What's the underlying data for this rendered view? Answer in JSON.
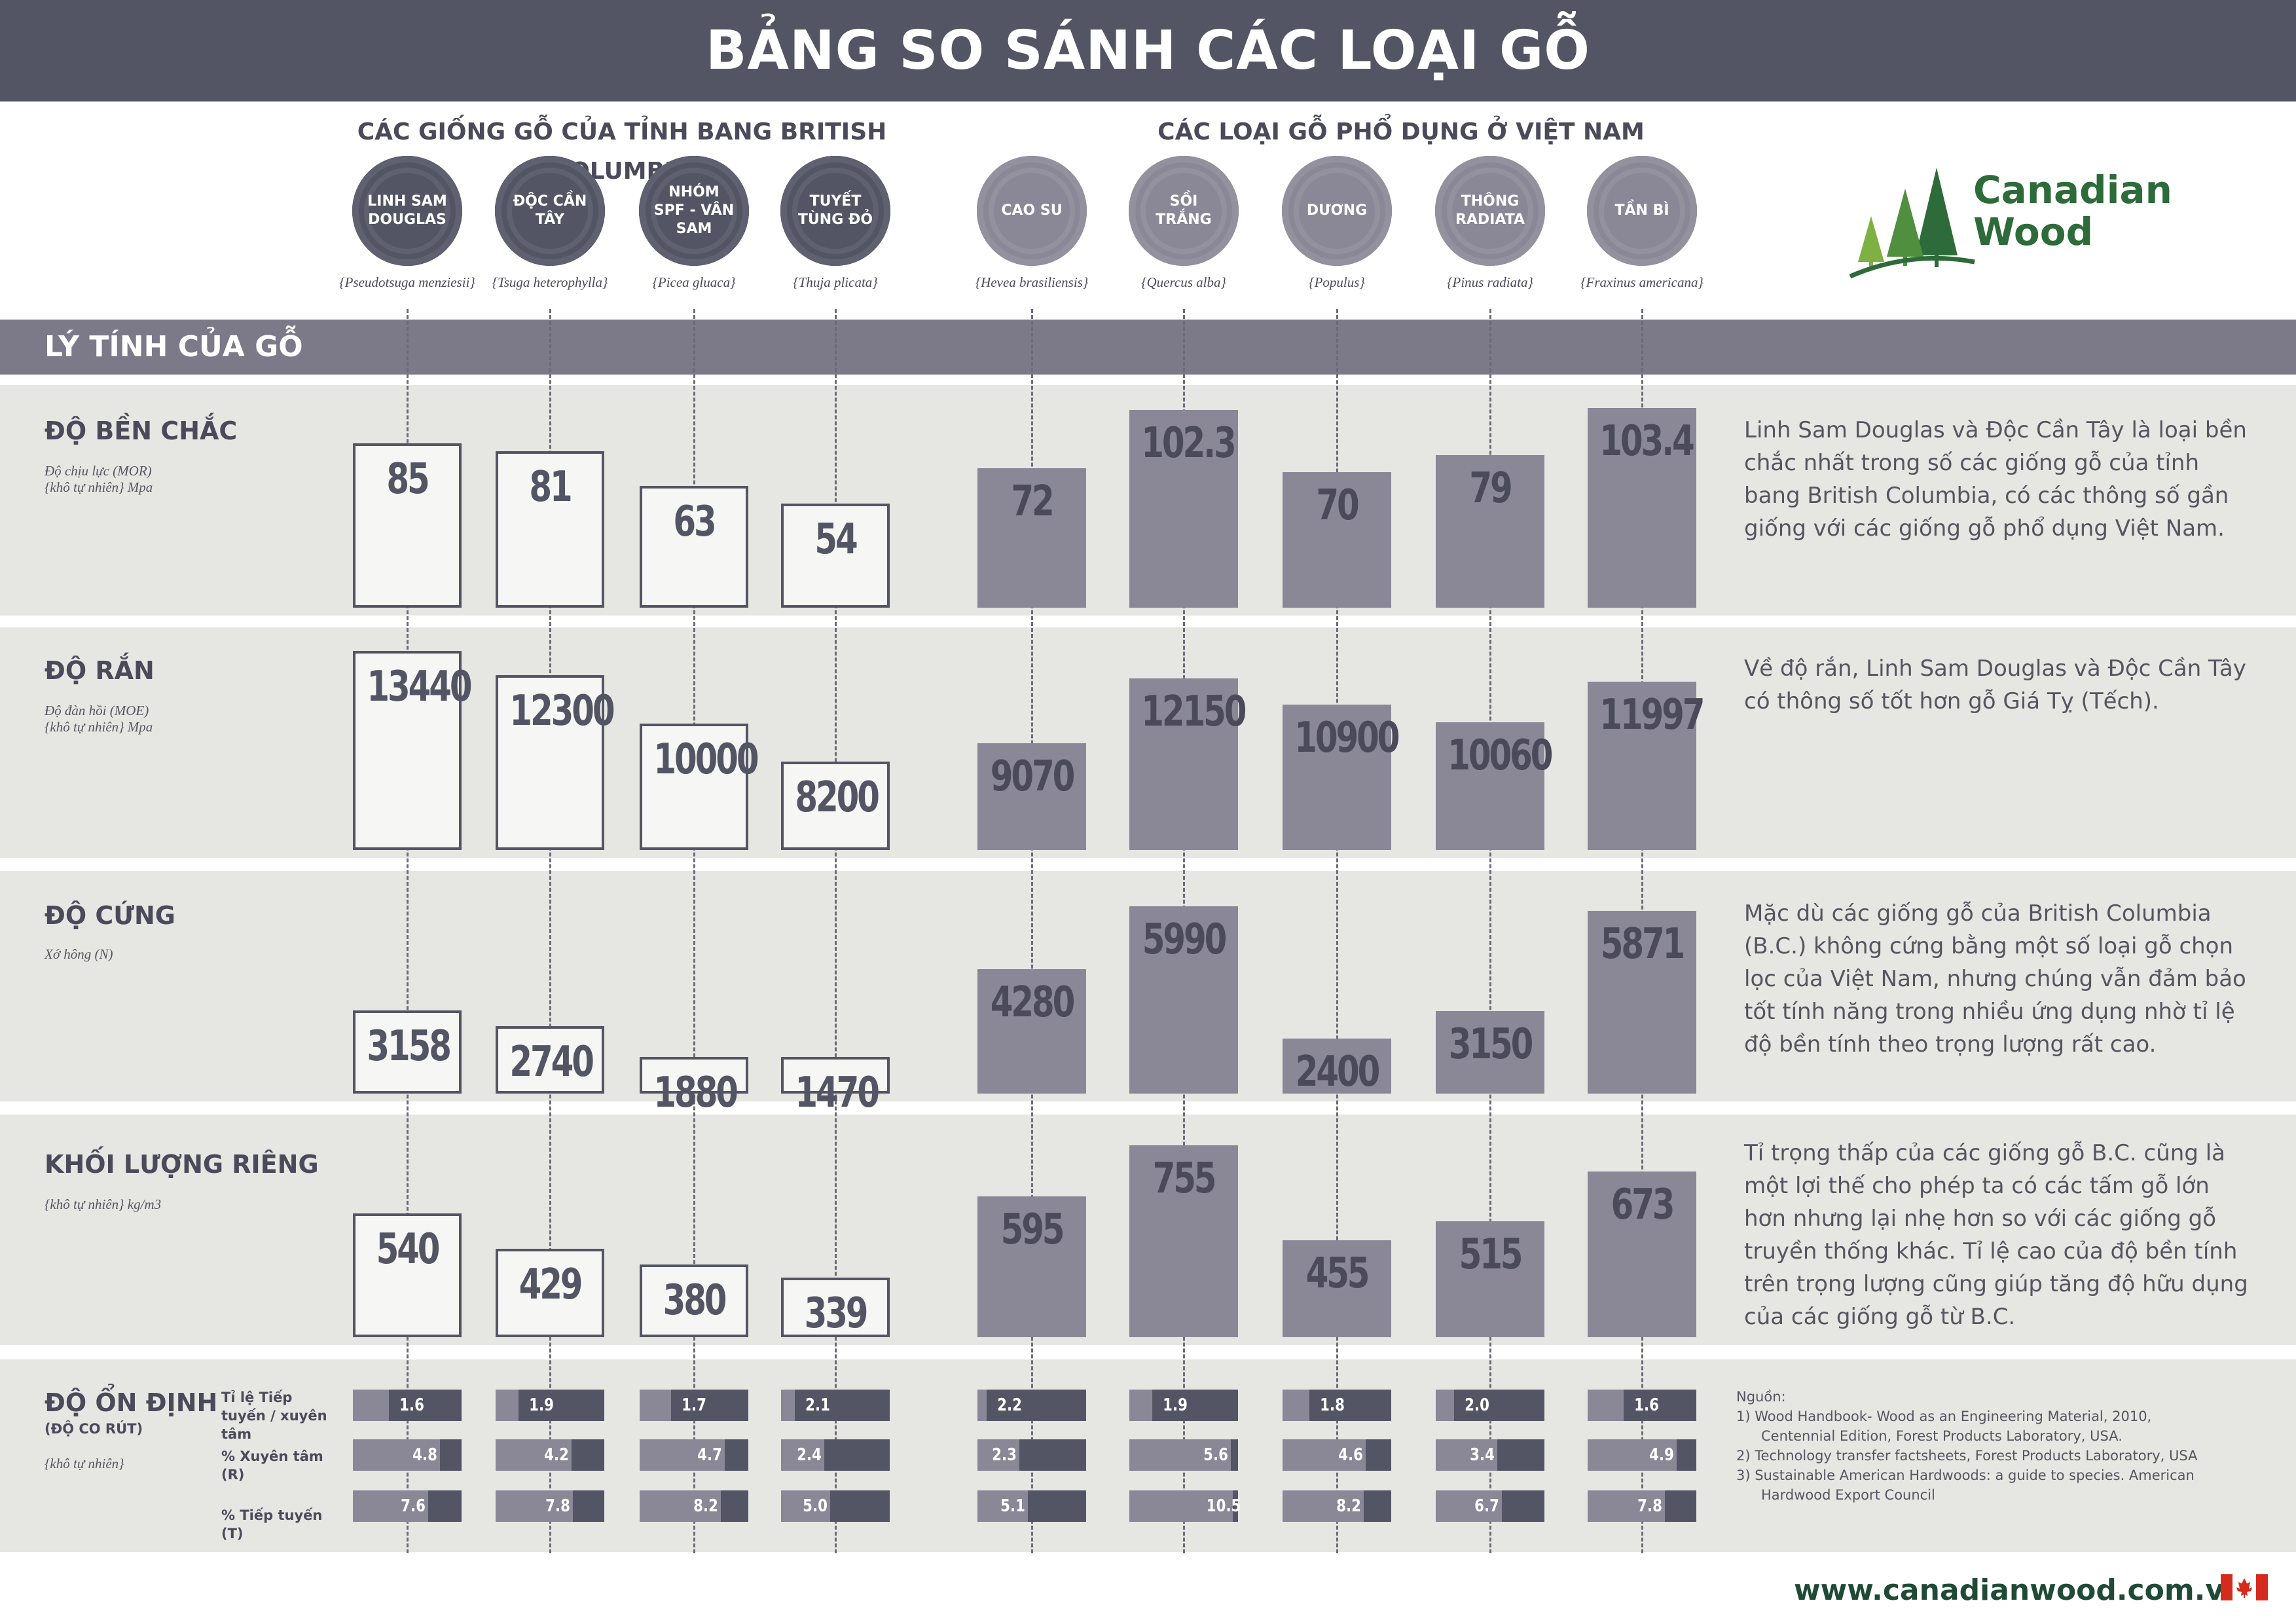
{
  "header": {
    "title": "BẢNG SO SÁNH CÁC LOẠI GỖ"
  },
  "groups": {
    "bc": "CÁC GIỐNG GỖ CỦA TỈNH BANG BRITISH COLUMBIA",
    "vn": "CÁC LOẠI GỖ PHỔ DỤNG Ở VIỆT NAM"
  },
  "section_title": "LÝ TÍNH CỦA GỖ",
  "logo": {
    "line1": "Canadian",
    "line2": "Wood",
    "icon": "pine-trees-icon"
  },
  "woods": [
    {
      "name": "LINH SAM DOUGLAS",
      "latin": "{Pseudotsuga menziesii}",
      "group": "bc"
    },
    {
      "name": "ĐỘC CẦN TÂY",
      "latin": "{Tsuga heterophylla}",
      "group": "bc"
    },
    {
      "name": "NHÓM SPF - VÂN SAM",
      "latin": "{Picea gluaca}",
      "group": "bc"
    },
    {
      "name": "TUYẾT TÙNG ĐỎ",
      "latin": "{Thuja plicata}",
      "group": "bc"
    },
    {
      "name": "CAO SU",
      "latin": "{Hevea brasiliensis}",
      "group": "vn"
    },
    {
      "name": "SỒI TRẮNG",
      "latin": "{Quercus alba}",
      "group": "vn"
    },
    {
      "name": "DƯƠNG",
      "latin": "{Populus}",
      "group": "vn"
    },
    {
      "name": "THÔNG RADIATA",
      "latin": "{Pinus radiata}",
      "group": "vn"
    },
    {
      "name": "TẦN BÌ",
      "latin": "{Fraxinus americana}",
      "group": "vn"
    }
  ],
  "properties": [
    {
      "title": "ĐỘ BỀN CHẮC",
      "sub1": "Độ chịu lực (MOR)",
      "sub2": "{khô tự nhiên} Mpa",
      "note": "Linh Sam Douglas và Độc Cần Tây là loại bền chắc nhất trong số các giống gỗ của tỉnh bang British Columbia, có  các thông số gần giống với các giống gỗ phổ dụng Việt Nam."
    },
    {
      "title": "ĐỘ RẮN",
      "sub1": "Độ đàn hồi (MOE)",
      "sub2": "{khô tự nhiên} Mpa",
      "note": "Về độ rắn, Linh Sam Douglas và Độc Cần Tây có thông số tốt hơn gỗ Giá Tỵ (Tếch)."
    },
    {
      "title": "ĐỘ CỨNG",
      "sub1": "Xớ hông (N)",
      "sub2": "",
      "note": "Mặc dù các giống gỗ của British Columbia (B.C.) không cứng bằng một số loại gỗ chọn lọc của Việt Nam, nhưng chúng vẫn đảm bảo tốt tính năng trong nhiều ứng dụng nhờ tỉ lệ độ bền tính theo trọng lượng rất cao."
    },
    {
      "title": "KHỐI LƯỢNG RIÊNG",
      "sub1": "{khô tự nhiên} kg/m3",
      "sub2": "",
      "note": "Tỉ trọng thấp của các giống gỗ B.C. cũng là  một lợi thế  cho phép ta có các tấm gỗ lớn hơn nhưng lại  nhẹ hơn so với các giống gỗ truyền thống khác. Tỉ lệ cao của  độ bền tính trên trọng lượng cũng giúp tăng độ hữu dụng của các giống gỗ từ B.C."
    }
  ],
  "chart_data": [
    {
      "type": "bar",
      "title": "ĐỘ BỀN CHẮC",
      "categories": [
        "LINH SAM DOUGLAS",
        "ĐỘC CẦN TÂY",
        "NHÓM SPF - VÂN SAM",
        "TUYẾT TÙNG ĐỎ",
        "CAO SU",
        "SỒI TRẮNG",
        "DƯƠNG",
        "THÔNG RADIATA",
        "TẦN BÌ"
      ],
      "values": [
        85,
        81,
        63,
        54,
        72,
        102.3,
        70,
        79,
        103.4
      ],
      "labels": [
        "85",
        "81",
        "63",
        "54",
        "72",
        "102.3",
        "70",
        "79",
        "103.4"
      ],
      "ylim": [
        0,
        105
      ]
    },
    {
      "type": "bar",
      "title": "ĐỘ RẮN",
      "categories": [
        "LINH SAM DOUGLAS",
        "ĐỘC CẦN TÂY",
        "NHÓM SPF - VÂN SAM",
        "TUYẾT TÙNG ĐỎ",
        "CAO SU",
        "SỒI TRẮNG",
        "DƯƠNG",
        "THÔNG RADIATA",
        "TẦN BÌ"
      ],
      "values": [
        13440,
        12300,
        10000,
        8200,
        9070,
        12150,
        10900,
        10060,
        11997
      ],
      "labels": [
        "13440",
        "12300",
        "10000",
        "8200",
        "9070",
        "12150",
        "10900",
        "10060",
        "11997"
      ],
      "ylim": [
        4000,
        13700
      ]
    },
    {
      "type": "bar",
      "title": "ĐỘ CỨNG",
      "categories": [
        "LINH SAM DOUGLAS",
        "ĐỘC CẦN TÂY",
        "NHÓM SPF - VÂN SAM",
        "TUYẾT TÙNG ĐỎ",
        "CAO SU",
        "SỒI TRẮNG",
        "DƯƠNG",
        "THÔNG RADIATA",
        "TẦN BÌ"
      ],
      "values": [
        3158,
        2740,
        1880,
        1470,
        4280,
        5990,
        2400,
        3150,
        5871
      ],
      "labels": [
        "3158",
        "2740",
        "1880",
        "1470",
        "4280",
        "5990",
        "2400",
        "3150",
        "5871"
      ],
      "ylim": [
        900,
        6100
      ]
    },
    {
      "type": "bar",
      "title": "KHỐI LƯỢNG RIÊNG",
      "categories": [
        "LINH SAM DOUGLAS",
        "ĐỘC CẦN TÂY",
        "NHÓM SPF - VÂN SAM",
        "TUYẾT TÙNG ĐỎ",
        "CAO SU",
        "SỒI TRẮNG",
        "DƯƠNG",
        "THÔNG RADIATA",
        "TẦN BÌ"
      ],
      "values": [
        540,
        429,
        380,
        339,
        595,
        755,
        455,
        515,
        673
      ],
      "labels": [
        "540",
        "429",
        "380",
        "339",
        "595",
        "755",
        "455",
        "515",
        "673"
      ],
      "ylim": [
        150,
        770
      ]
    },
    {
      "type": "bar",
      "title": "ĐỘ ỔN ĐỊNH",
      "categories": [
        "LINH SAM DOUGLAS",
        "ĐỘC CẦN TÂY",
        "NHÓM SPF - VÂN SAM",
        "TUYẾT TÙNG ĐỎ",
        "CAO SU",
        "SỒI TRẮNG",
        "DƯƠNG",
        "THÔNG RADIATA",
        "TẦN BÌ"
      ],
      "series": [
        {
          "name": "Tỉ lệ Tiếp tuyến / xuyên tâm",
          "values": [
            1.6,
            1.9,
            1.7,
            2.1,
            2.2,
            1.9,
            1.8,
            2.0,
            1.6
          ],
          "labels": [
            "1.6",
            "1.9",
            "1.7",
            "2.1",
            "2.2",
            "1.9",
            "1.8",
            "2.0",
            "1.6"
          ]
        },
        {
          "name": "% Xuyên tâm (R)",
          "values": [
            4.8,
            4.2,
            4.7,
            2.4,
            2.3,
            5.6,
            4.6,
            3.4,
            4.9
          ],
          "labels": [
            "4.8",
            "4.2",
            "4.7",
            "2.4",
            "2.3",
            "5.6",
            "4.6",
            "3.4",
            "4.9"
          ]
        },
        {
          "name": "% Tiếp tuyến (T)",
          "values": [
            7.6,
            7.8,
            8.2,
            5.0,
            5.1,
            10.5,
            8.2,
            6.7,
            7.8
          ],
          "labels": [
            "7.6",
            "7.8",
            "8.2",
            "5.0",
            "5.1",
            "10.5",
            "8.2",
            "6.7",
            "7.8"
          ]
        }
      ]
    }
  ],
  "stability": {
    "title": "ĐỘ ỔN ĐỊNH",
    "sub1": "(ĐỘ CO RÚT)",
    "sub2": "{khô tự nhiên}"
  },
  "sources": {
    "heading": "Nguồn:",
    "items": [
      "1)  Wood Handbook- Wood as an Engineering Material, 2010, Centennial Edition, Forest Products  Laboratory, USA.",
      "2)  Technology transfer factsheets, Forest Products Laboratory, USA",
      "3)  Sustainable American Hardwoods: a guide to species. American Hardwood Export Council"
    ]
  },
  "footer": {
    "website": "www.canadianwood.com.vn",
    "flag_icon": "canada-flag-icon"
  },
  "colors": {
    "dark": "#545564",
    "medium": "#8a8797",
    "band": "#e6e6e3",
    "green": "#2e6b3a"
  }
}
